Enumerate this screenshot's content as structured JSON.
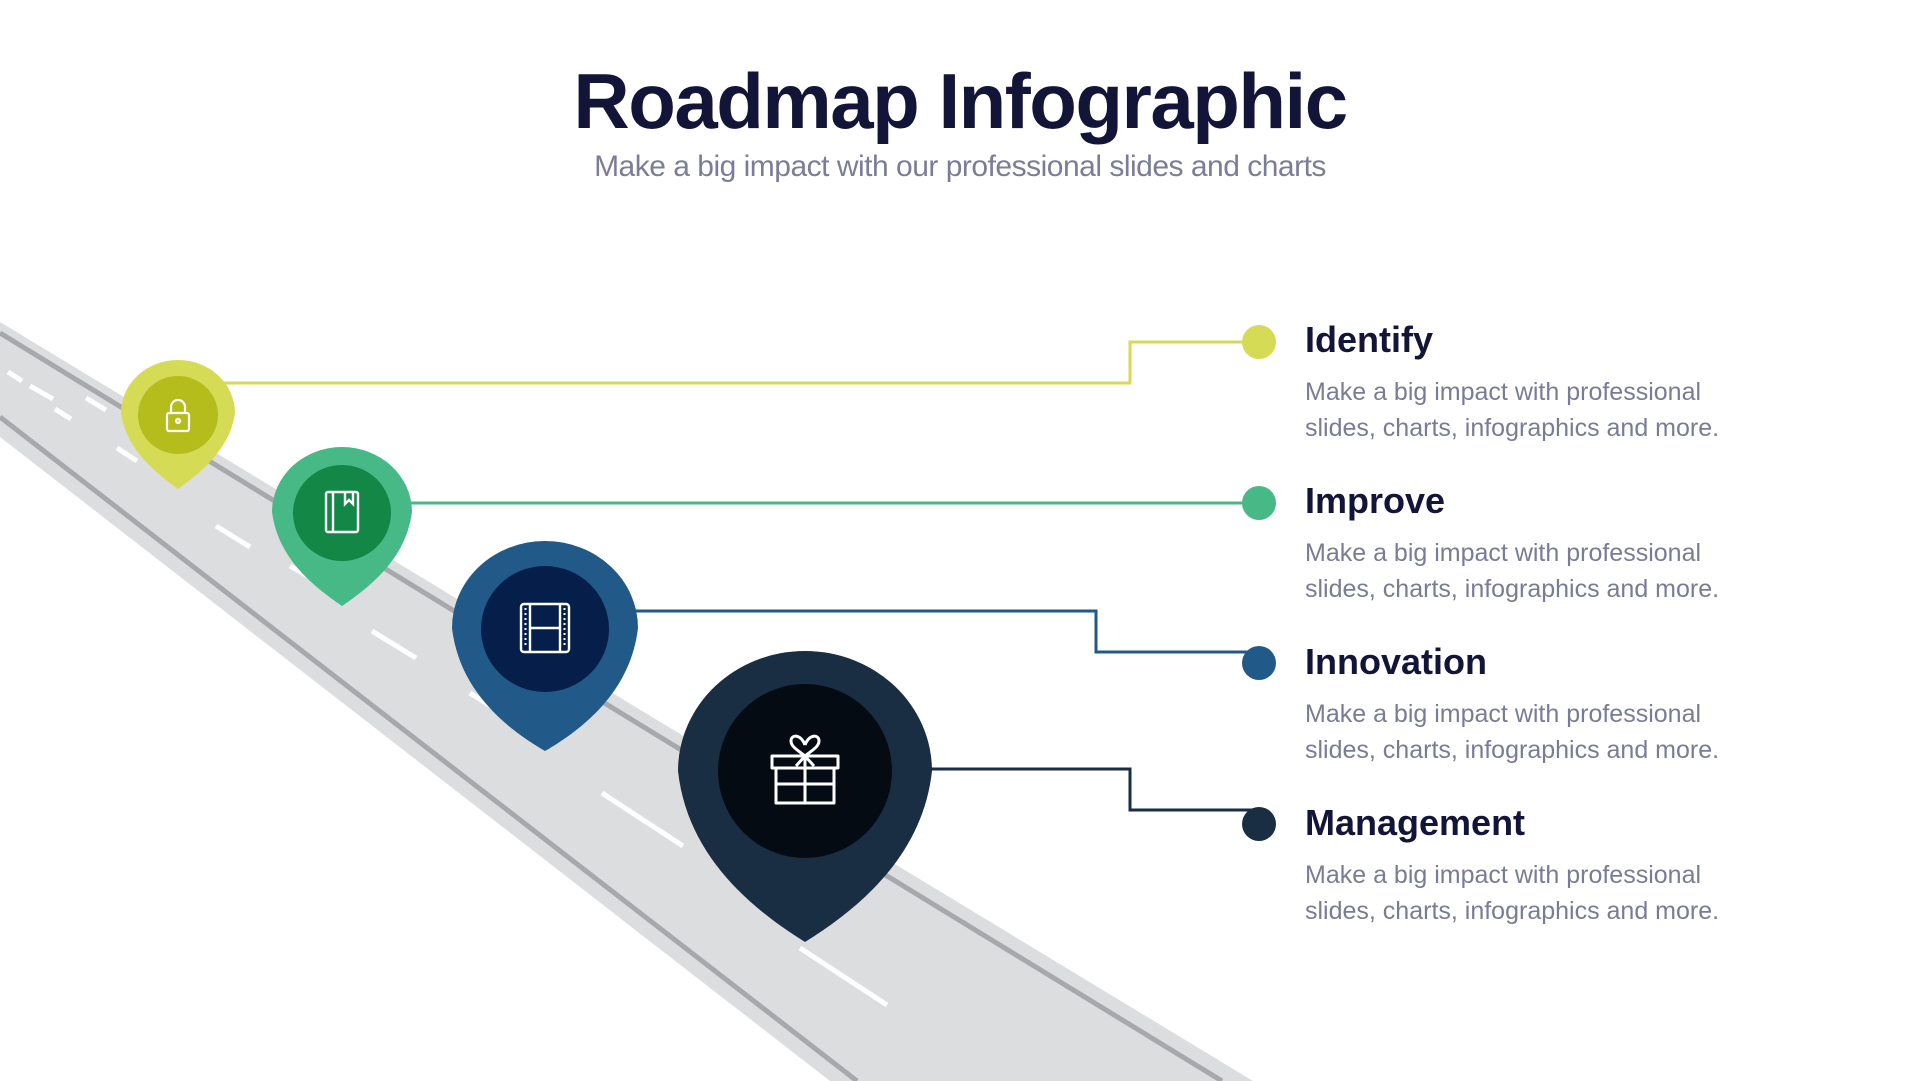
{
  "header": {
    "title": "Roadmap Infographic",
    "subtitle": "Make a big impact with our professional slides and charts"
  },
  "road": {
    "surface_color": "#dcdddf",
    "edge_line_color": "#a7a8ab",
    "dash_color": "#ffffff"
  },
  "steps": [
    {
      "title": "Identify",
      "description_line1": "Make a big impact with professional",
      "description_line2": "slides, charts, infographics and more.",
      "icon": "lock-icon",
      "outer_color": "#d5db55",
      "inner_color": "#b4bd1b",
      "line_color": "#d5db55"
    },
    {
      "title": "Improve",
      "description_line1": "Make a big impact with professional",
      "description_line2": "slides, charts, infographics and more.",
      "icon": "book-icon",
      "outer_color": "#47b986",
      "inner_color": "#138846",
      "line_color": "#47b986"
    },
    {
      "title": "Innovation",
      "description_line1": "Make a big impact with professional",
      "description_line2": "slides, charts, infographics and more.",
      "icon": "film-icon",
      "outer_color": "#215a88",
      "inner_color": "#051f4a",
      "line_color": "#215a88"
    },
    {
      "title": "Management",
      "description_line1": "Make a big impact with professional",
      "description_line2": "slides, charts, infographics and more.",
      "icon": "gift-icon",
      "outer_color": "#192e43",
      "inner_color": "#040b13",
      "line_color": "#192e43"
    }
  ]
}
